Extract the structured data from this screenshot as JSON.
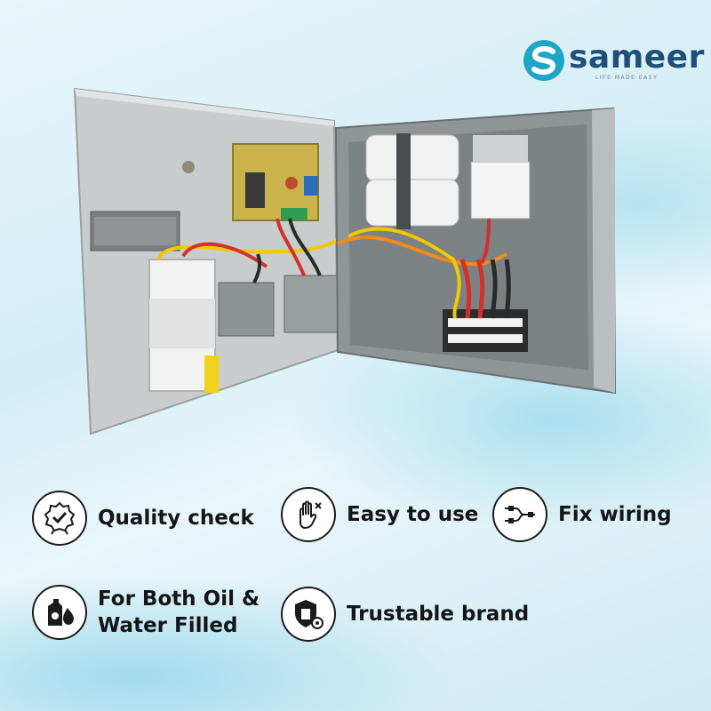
{
  "brand": {
    "name": "sameer",
    "tagline": "LIFE MADE EASY",
    "colors": {
      "primary": "#1f4e79",
      "accent": "#1ea6c9"
    }
  },
  "product": {
    "icon": "electrical-control-panel-image"
  },
  "features": [
    {
      "icon": "quality-badge-icon",
      "label": "Quality check"
    },
    {
      "icon": "hand-gesture-icon",
      "label": "Easy to use"
    },
    {
      "icon": "wiring-icon",
      "label": "Fix wiring"
    },
    {
      "icon": "oil-water-drop-icon",
      "label_line1": "For Both Oil &",
      "label_line2": "Water Filled"
    },
    {
      "icon": "shield-gear-icon",
      "label": "Trustable brand"
    }
  ]
}
